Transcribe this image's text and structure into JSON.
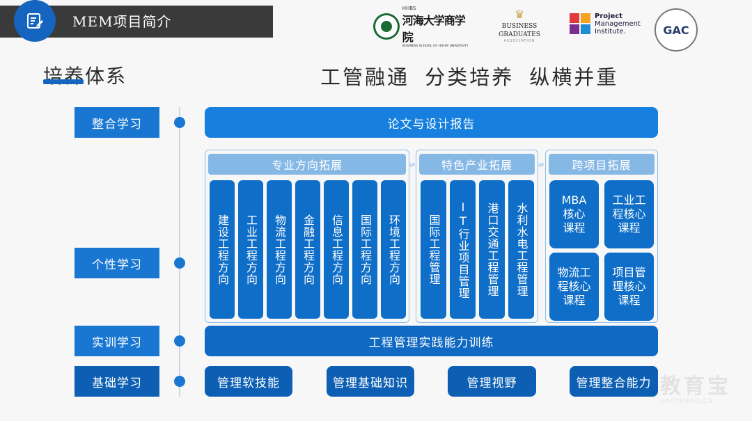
{
  "header": {
    "title": "MEM项目简介",
    "icon": "edit-note-icon",
    "accent": "#1565c0"
  },
  "logos": {
    "hohai": {
      "small": "HHBS",
      "main": "河海大学商学院",
      "sub": "BUSINESS SCHOOL OF HOHAI UNIVERSITY"
    },
    "bga": {
      "main": "BUSINESS GRADUATES",
      "sub": "ASSOCIATION"
    },
    "pmi": {
      "line1": "Project",
      "line2": "Management",
      "line3": "Institute."
    },
    "gac": {
      "mark": "GAC"
    }
  },
  "section_title": "培养体系",
  "slogan": "工管融通  分类培养  纵横并重",
  "levels": [
    {
      "label": "整合学习"
    },
    {
      "label": "个性学习"
    },
    {
      "label": "实训学习"
    },
    {
      "label": "基础学习"
    }
  ],
  "integration_bar": "论文与设计报告",
  "practice_bar": "工程管理实践能力训练",
  "groups": {
    "professional": {
      "title": "专业方向拓展",
      "items": [
        "建设工程方向",
        "工业工程方向",
        "物流工程方向",
        "金融工程方向",
        "信息工程方向",
        "国际工程方向",
        "环境工程方向"
      ]
    },
    "industry": {
      "title": "特色产业拓展",
      "items": [
        "国际工程管理",
        "IT行业项目管理",
        "港口交通工程管理",
        "水利水电工程管理"
      ]
    },
    "cross": {
      "title": "跨项目拓展",
      "items": [
        "MBA\n核心\n课程",
        "工业工\n程核心\n课程",
        "物流工\n程核心\n课程",
        "项目管\n理核心\n课程"
      ]
    }
  },
  "basics": [
    "管理软技能",
    "管理基础知识",
    "管理视野",
    "管理整合能力"
  ],
  "watermark": {
    "main": "教育宝",
    "sub": "JIAOYUBAO.CN"
  }
}
